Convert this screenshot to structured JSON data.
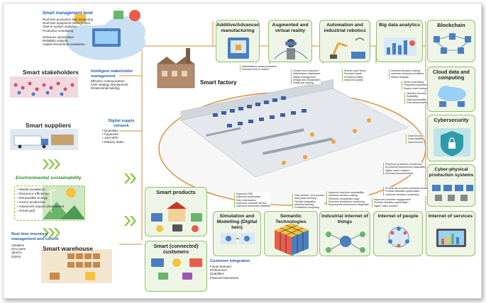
{
  "smart_management": {
    "title": "Smart management level",
    "items": [
      "Real time production flow monitoring",
      "Real time equipment management",
      "Time-in-system analytics",
      "Production scheduling",
      "Deliveries optimization",
      "Reliability analysis",
      "Capital investments evaluation"
    ]
  },
  "stakeholders": {
    "title": "Smart stakeholders",
    "label": "Intelligent stakeholder management",
    "items": [
      "Effective communication",
      "CSR strategy development",
      "Relationship building"
    ]
  },
  "suppliers": {
    "title": "Smart suppliers",
    "label": "Digital supply network",
    "items": [
      "Quantities",
      "Capacities",
      "Joint NPD",
      "Delivery dates"
    ]
  },
  "environment": {
    "title": "Environmental sustainability",
    "items": [
      "Waste avoidance",
      "Resource efficiency",
      "Renewable energy",
      "Green production",
      "Advanced impact assessment",
      "Smart grid"
    ]
  },
  "warehouse": {
    "title": "Smart warehouse",
    "label": "Real time inventory management and control",
    "items": [
      "Variables",
      "Zero parts",
      "Spaces",
      "Orders"
    ]
  },
  "products": {
    "title": "Smart products"
  },
  "customers": {
    "title": "Smart (connected) customers",
    "label": "Customer integration",
    "items": [
      "Future demand",
      "Preferences",
      "Quantities",
      "Financial transaction"
    ]
  },
  "factory": {
    "title": "Smart factory"
  },
  "top_tech": [
    {
      "title": "Additive/Advanced manufacturing",
      "notes": [
        "Individualised mass production",
        "Reduced time to market"
      ]
    },
    {
      "title": "Augmented and virtual reality",
      "notes": [
        "Human error reduction",
        "Maintenance assistance",
        "Safety management",
        "Design and visualization",
        "Onsite job training"
      ]
    },
    {
      "title": "Automation and industrial robotics",
      "notes": [
        "Shorter cycle times",
        "Reduced waste",
        "Increased safety",
        "Improved quality"
      ]
    },
    {
      "title": "Big data analytics",
      "notes": [
        "Informed decision making",
        "customer behavior prediction",
        "Market analysis"
      ]
    }
  ],
  "right_tech": [
    {
      "title": "Blockchain",
      "notes": [
        "Smart contracting",
        "Financial transaction security",
        "Supply chain transparency"
      ]
    },
    {
      "title": "Cloud data and computing",
      "notes": [
        "Disaster recovery",
        "Scalability",
        "Data accessibility",
        "Cost effectiveness"
      ]
    },
    {
      "title": "Cybersecurity",
      "notes": [
        "Data Security",
        "Dependability",
        "Improvement"
      ]
    },
    {
      "title": "Cyber-physical production systems",
      "notes": [
        "Real time production monitoring",
        "AI powered autonomous diagnostic",
        "Higher value creation",
        "Accurate preventiveness"
      ]
    }
  ],
  "bottom_tech": [
    {
      "title": "Simulation and Modelling (Digital twin)",
      "notes": [
        "Improved OEE",
        "Improved productivity",
        "Risk minimization",
        "Improved customer service",
        "Improved production reliability"
      ]
    },
    {
      "title": "Semantic Technologies",
      "notes": [
        "Data content- and process",
        "data preprocessing",
        "Flexible integration",
        "Machine learning",
        "Contextual computing"
      ]
    },
    {
      "title": "Industrial internet of things",
      "notes": [
        "Improved machine repeatability",
        "Informed decision making",
        "Real time competitive edge",
        "Real time production monitoring",
        "Empowered autonomous diagnostic"
      ]
    },
    {
      "title": "Internet of people",
      "notes": [
        "Improved customer engagement",
        "Product utilisation optimization",
        "Higher value creation"
      ]
    },
    {
      "title": "Internet of services",
      "notes": [
        "Product-as-a-service business model",
        "Product utilisation optimization",
        "customer behavior monitoring"
      ]
    }
  ],
  "colors": {
    "box_fill": "#eef5e6",
    "box_border": "#8fbf6a",
    "accent_blue": "#1f5fa8",
    "accent_green": "#2e8b2e",
    "factory_ring": "#d98b3a"
  }
}
